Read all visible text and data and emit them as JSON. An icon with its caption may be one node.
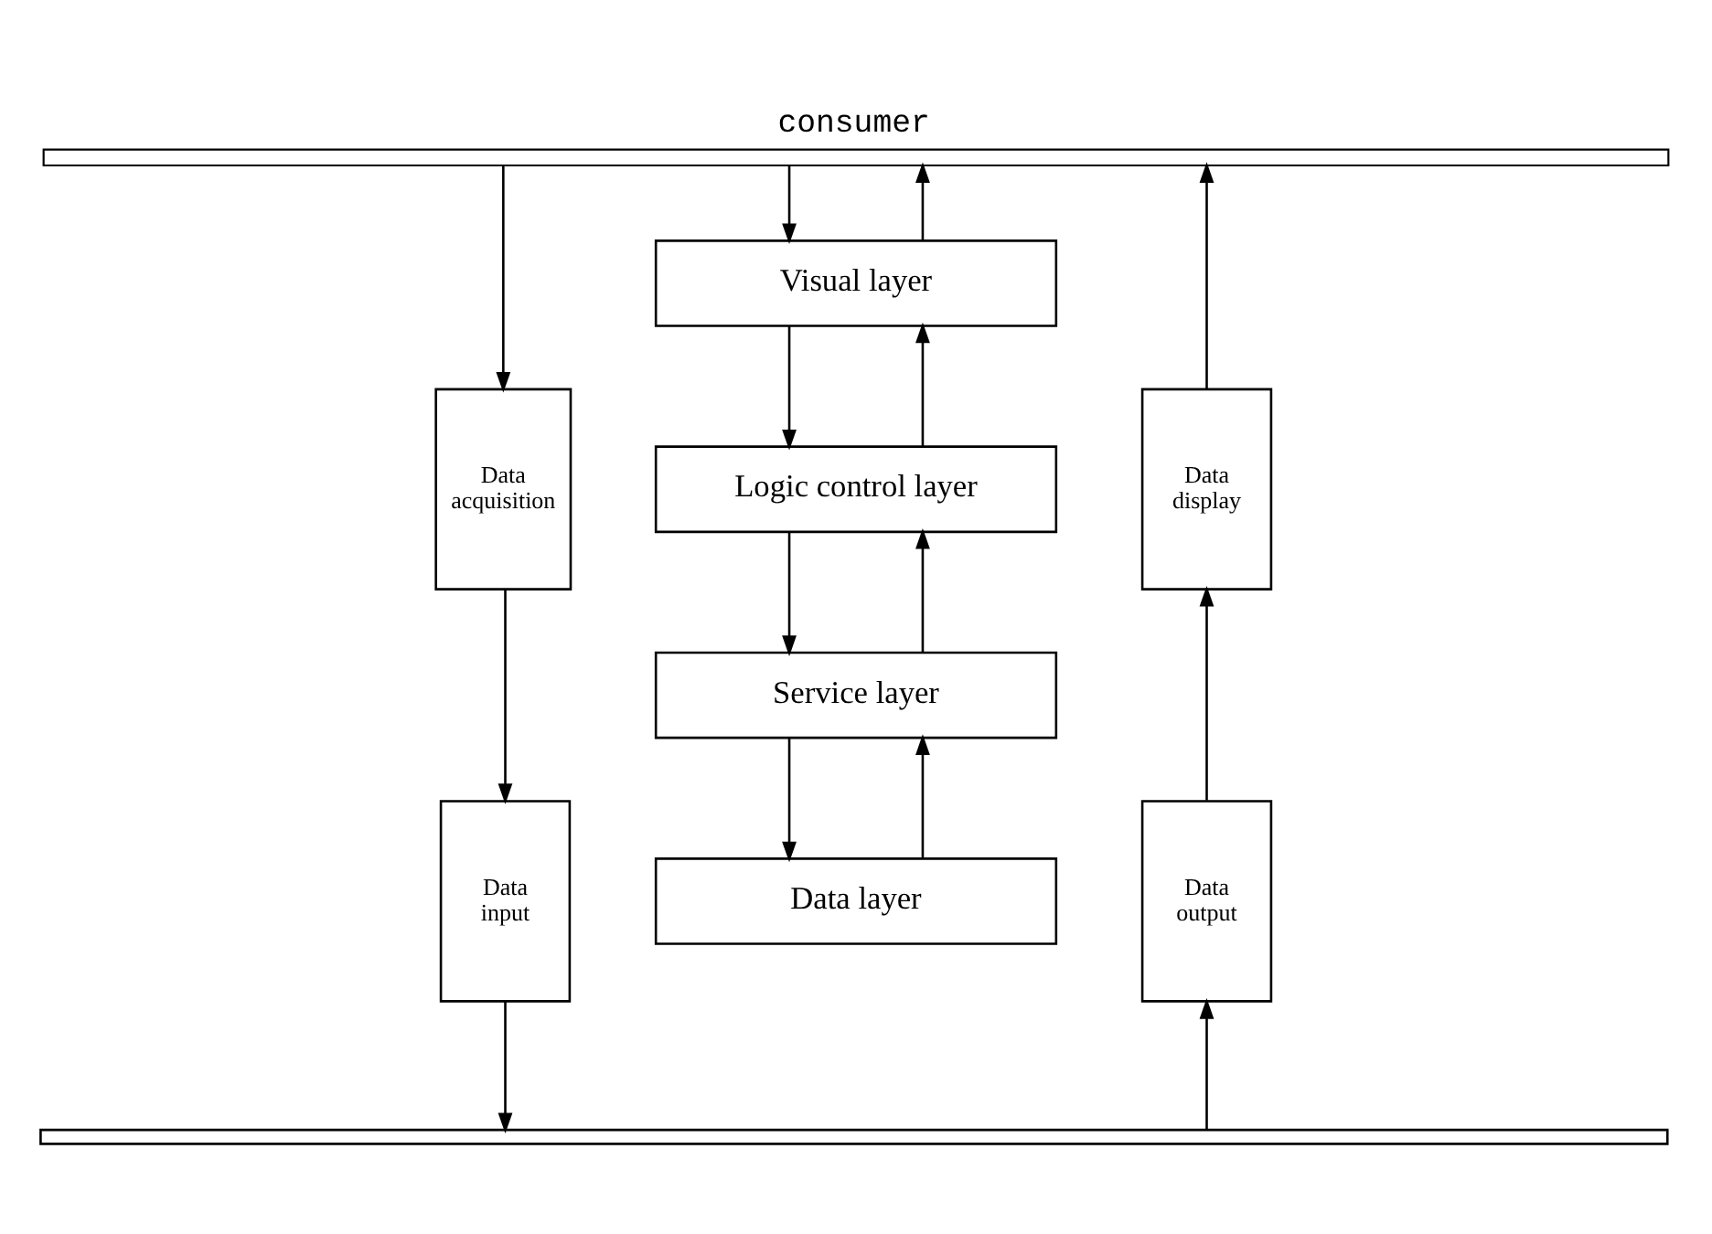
{
  "diagram": {
    "nodes": [
      {
        "text": [
          "consumer"
        ]
      },
      {
        "text": [
          "Data acquisition"
        ]
      },
      {
        "text": [
          "Data input"
        ]
      },
      {
        "text": [
          "Visual layer"
        ]
      },
      {
        "text": [
          "Logic control layer"
        ]
      },
      {
        "text": [
          "Service layer"
        ]
      },
      {
        "text": [
          "Data layer"
        ]
      },
      {
        "text": [
          "Data display"
        ]
      },
      {
        "text": [
          "Data output"
        ]
      },
      {
        "text": [],
        "shape": "bar"
      }
    ],
    "edges": [
      {
        "from": 0,
        "to": 1,
        "arrow": "to"
      },
      {
        "from": 1,
        "to": 2,
        "arrow": "to"
      },
      {
        "from": 2,
        "to": 9,
        "arrow": "to"
      },
      {
        "from": 0,
        "to": 3,
        "arrow": "to"
      },
      {
        "from": 3,
        "to": 0,
        "arrow": "to"
      },
      {
        "from": 3,
        "to": 4,
        "arrow": "to"
      },
      {
        "from": 4,
        "to": 3,
        "arrow": "to"
      },
      {
        "from": 4,
        "to": 5,
        "arrow": "to"
      },
      {
        "from": 5,
        "to": 4,
        "arrow": "to"
      },
      {
        "from": 5,
        "to": 6,
        "arrow": "to"
      },
      {
        "from": 6,
        "to": 5,
        "arrow": "to"
      },
      {
        "from": 9,
        "to": 8,
        "arrow": "to"
      },
      {
        "from": 8,
        "to": 7,
        "arrow": "to"
      },
      {
        "from": 7,
        "to": 0,
        "arrow": "to"
      }
    ]
  }
}
